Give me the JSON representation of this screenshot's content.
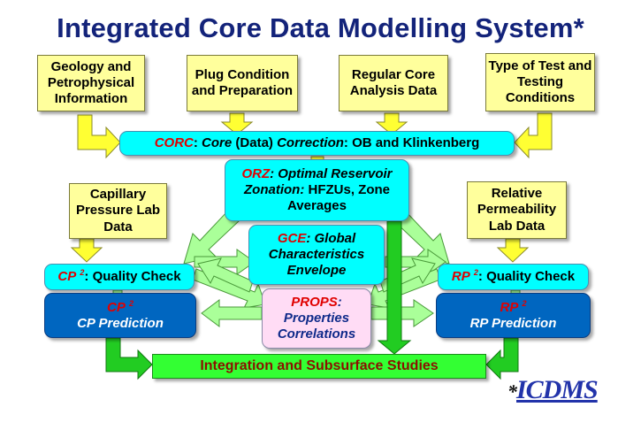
{
  "title": "Integrated Core Data Modelling System*",
  "inputs": {
    "geology": "Geology and Petrophysical Information",
    "plug": "Plug Condition and Preparation",
    "regular": "Regular Core Analysis Data",
    "type_test": "Type of Test and Testing Conditions",
    "capillary": "Capillary Pressure Lab Data",
    "relative": "Relative Permeability Lab Data"
  },
  "corc": {
    "abbr": "CORC",
    "sep": ": ",
    "w1": "Core",
    "w2": " (Data) ",
    "w3": "Correction",
    "rest": ": OB and Klinkenberg"
  },
  "orz": {
    "abbr": "ORZ",
    "line1": ": Optimal Reservoir",
    "line2a": "Zonation: ",
    "line2b": "HFZUs, Zone",
    "line3": "Averages"
  },
  "gce": {
    "abbr": "GCE",
    "line1": ": Global",
    "line2": "Characteristics",
    "line3": "Envelope"
  },
  "props": {
    "abbr": "PROPS",
    "line1": ":",
    "line2": "Properties",
    "line3": "Correlations"
  },
  "cp_check": {
    "abbr": "CP",
    "sup": "2",
    "text": ": Quality Check"
  },
  "rp_check": {
    "abbr": "RP",
    "sup": "2",
    "text": ": Quality Check"
  },
  "cp_pred": {
    "abbr": "CP",
    "sup": "2",
    "text": "CP Prediction"
  },
  "rp_pred": {
    "abbr": "RP",
    "sup": "2",
    "text": "RP Prediction"
  },
  "integration": "Integration and Subsurface Studies",
  "logo": {
    "star": "*",
    "text": "ICDMS"
  },
  "colors": {
    "title": "#13237a",
    "yellow_box": "#ffff9c",
    "cyan_box": "#00ffff",
    "navy_box": "#0066c0",
    "pink_box": "#ffdcf5",
    "green_box": "#33ff33",
    "yellow_arrow": "#ffff33",
    "light_green_arrow": "#aaff99",
    "green_arrow": "#22cc22"
  }
}
